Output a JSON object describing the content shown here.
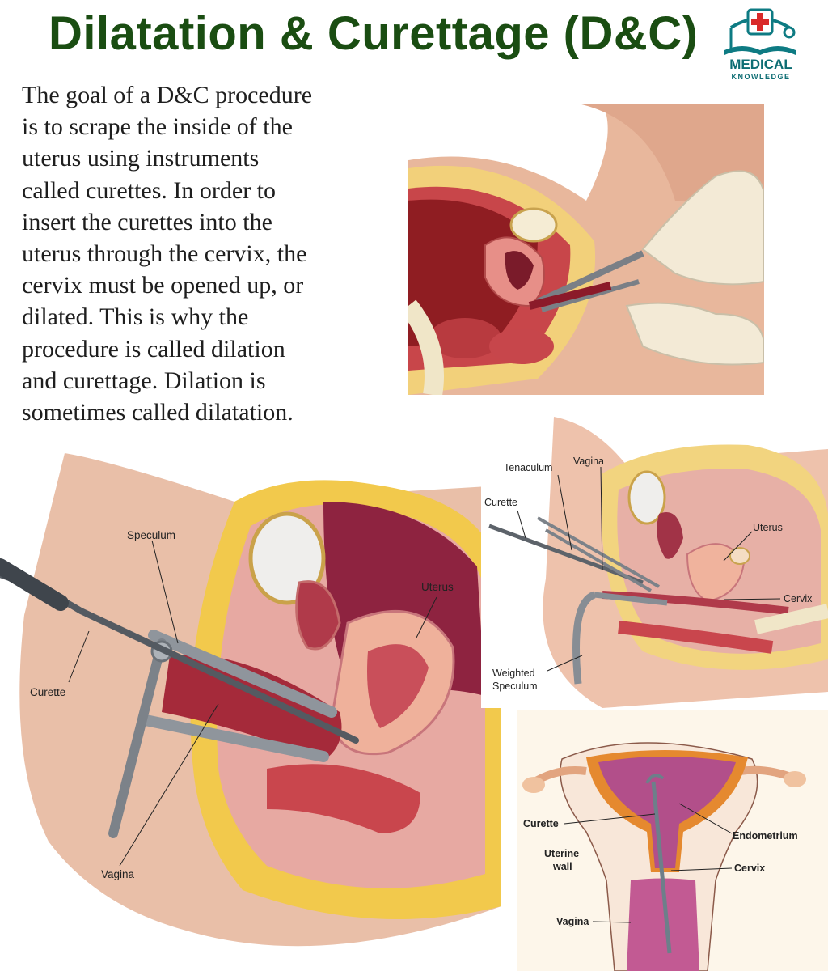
{
  "header": {
    "title": "Dilatation & Curettage (D&C)"
  },
  "logo": {
    "word": "MEDICAL",
    "sub": "KNOWLEDGE"
  },
  "intro": {
    "lines": [
      "The goal of a D&C procedure",
      "is to scrape the inside of the",
      "uterus using instruments",
      "called curettes. In order to",
      "insert the curettes into the",
      "uterus through the cervix, the",
      "cervix must be opened up, or",
      "dilated. This is why the",
      "procedure is called dilation",
      "and curettage. Dilation is",
      "sometimes called dilatation."
    ]
  },
  "panel_main": {
    "speculum": "Speculum",
    "uterus": "Uterus",
    "curette": "Curette",
    "vagina": "Vagina"
  },
  "panel_right": {
    "tenaculum": "Tenaculum",
    "vagina": "Vagina",
    "curette": "Curette",
    "uterus": "Uterus",
    "cervix": "Cervix",
    "weighted": "Weighted",
    "speculum": "Speculum"
  },
  "panel_front": {
    "curette": "Curette",
    "endometrium": "Endometrium",
    "uterine": "Uterine",
    "wall": "wall",
    "cervix": "Cervix",
    "vagina": "Vagina"
  }
}
